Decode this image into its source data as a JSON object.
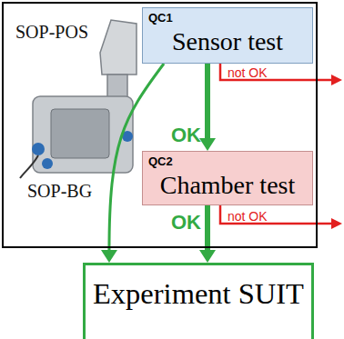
{
  "diagram": {
    "nodes": [
      {
        "text": [
          "SOP-POS",
          "SOP-BG"
        ]
      },
      {
        "text": [
          "QC1",
          "Sensor test"
        ],
        "in": 0
      },
      {
        "text": [
          "QC2",
          "Chamber test"
        ],
        "in": 0
      },
      {
        "text": [
          "Experiment SUIT"
        ]
      }
    ],
    "edges": [
      {
        "from": 1,
        "to": 2,
        "arrow": "to",
        "label": "OK"
      },
      {
        "from": 1,
        "to": 3,
        "arrow": "to"
      },
      {
        "from": 2,
        "to": 3,
        "arrow": "to",
        "label": "OK"
      }
    ],
    "labels": [
      "not OK",
      "not OK"
    ]
  }
}
